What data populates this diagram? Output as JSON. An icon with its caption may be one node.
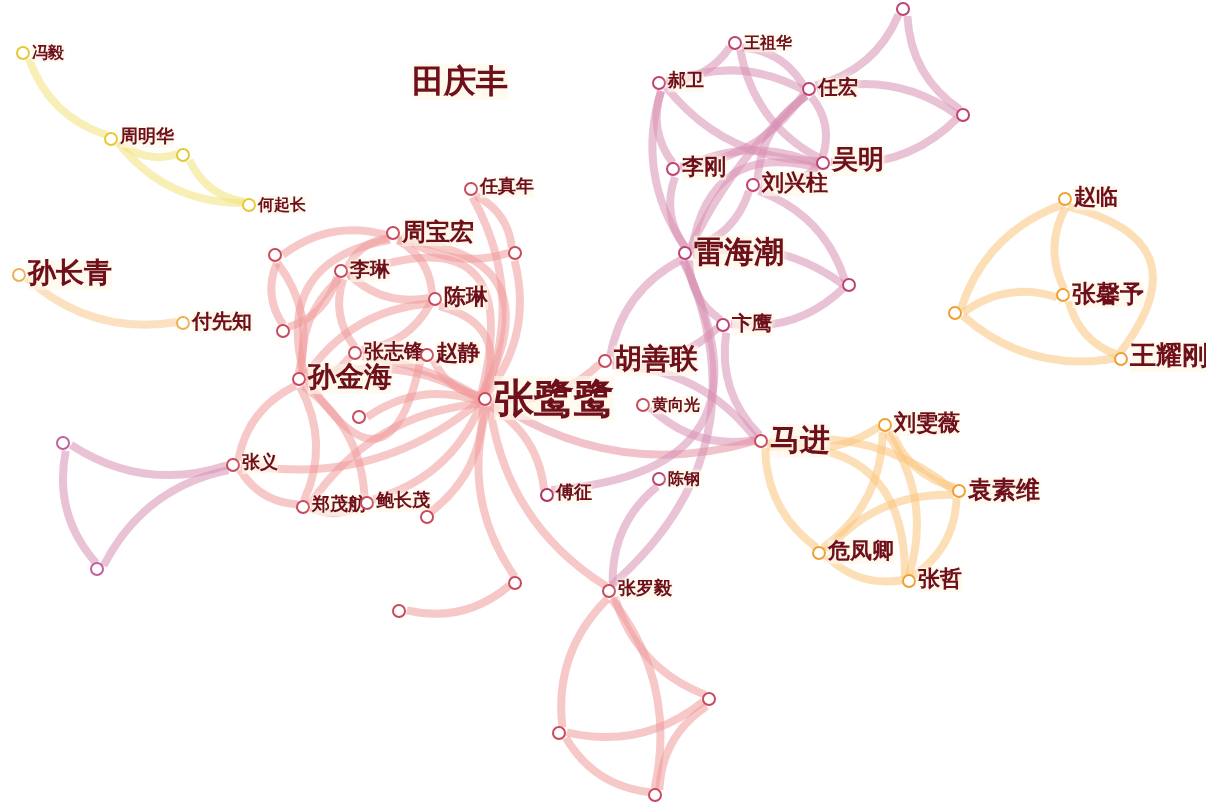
{
  "diagram": {
    "nodes": [
      {
        "text": [
          "冯毅"
        ]
      },
      {
        "text": [
          "周明华"
        ]
      },
      {
        "text": [],
        "shape": "circle"
      },
      {
        "text": [
          "何起长"
        ]
      },
      {
        "text": [
          "孙长青"
        ]
      },
      {
        "text": [
          "付先知"
        ]
      },
      {
        "text": [
          "田庆丰"
        ]
      },
      {
        "text": [
          "任真年"
        ]
      },
      {
        "text": [
          "周宝宏"
        ]
      },
      {
        "text": [],
        "shape": "circle"
      },
      {
        "text": [],
        "shape": "circle"
      },
      {
        "text": [
          "李琳"
        ]
      },
      {
        "text": [
          "陈琳"
        ]
      },
      {
        "text": [],
        "shape": "circle"
      },
      {
        "text": [
          "张志锋"
        ]
      },
      {
        "text": [
          "赵静"
        ]
      },
      {
        "text": [
          "孙金海"
        ]
      },
      {
        "text": [
          "张鹭鹭"
        ]
      },
      {
        "text": [],
        "shape": "circle"
      },
      {
        "text": [
          "张义"
        ]
      },
      {
        "text": [
          "郑茂舫"
        ]
      },
      {
        "text": [
          "鲍长茂"
        ]
      },
      {
        "text": [],
        "shape": "circle"
      },
      {
        "text": [],
        "shape": "circle"
      },
      {
        "text": [],
        "shape": "circle"
      },
      {
        "text": [
          "傅征"
        ]
      },
      {
        "text": [],
        "shape": "circle"
      },
      {
        "text": [],
        "shape": "circle"
      },
      {
        "text": [
          "张罗毅"
        ]
      },
      {
        "text": [],
        "shape": "circle"
      },
      {
        "text": [],
        "shape": "circle"
      },
      {
        "text": [],
        "shape": "circle"
      },
      {
        "text": [
          "胡善联"
        ]
      },
      {
        "text": [
          "黄向光"
        ]
      },
      {
        "text": [
          "雷海潮"
        ]
      },
      {
        "text": [
          "卞鹰"
        ]
      },
      {
        "text": [
          "马进"
        ]
      },
      {
        "text": [
          "陈钢"
        ]
      },
      {
        "text": [
          "李刚"
        ]
      },
      {
        "text": [
          "刘兴柱"
        ]
      },
      {
        "text": [
          "吴明"
        ]
      },
      {
        "text": [
          "任宏"
        ]
      },
      {
        "text": [
          "郝卫"
        ]
      },
      {
        "text": [
          "王祖华"
        ]
      },
      {
        "text": [],
        "shape": "circle"
      },
      {
        "text": [],
        "shape": "circle"
      },
      {
        "text": [],
        "shape": "circle"
      },
      {
        "text": [
          "赵临"
        ]
      },
      {
        "text": [
          "张馨予"
        ]
      },
      {
        "text": [
          "王耀刚"
        ]
      },
      {
        "text": [],
        "shape": "circle"
      },
      {
        "text": [
          "刘雯薇"
        ]
      },
      {
        "text": [
          "袁素维"
        ]
      },
      {
        "text": [
          "危凤卿"
        ]
      },
      {
        "text": [
          "张哲"
        ]
      }
    ],
    "edges": [
      {
        "from": 0,
        "to": 1,
        "arrow": "none",
        "color": "#f3e27c"
      },
      {
        "from": 1,
        "to": 2,
        "arrow": "none",
        "color": "#f3e27c"
      },
      {
        "from": 2,
        "to": 3,
        "arrow": "none",
        "color": "#f3e27c"
      },
      {
        "from": 1,
        "to": 3,
        "arrow": "none",
        "color": "#f3e27c"
      },
      {
        "from": 4,
        "to": 5,
        "arrow": "none",
        "color": "#f8c98a"
      },
      {
        "from": 17,
        "to": 16,
        "arrow": "none"
      },
      {
        "from": 17,
        "to": 14,
        "arrow": "none"
      },
      {
        "from": 17,
        "to": 15,
        "arrow": "none"
      },
      {
        "from": 17,
        "to": 12,
        "arrow": "none"
      },
      {
        "from": 17,
        "to": 8,
        "arrow": "none"
      },
      {
        "from": 17,
        "to": 7,
        "arrow": "none"
      },
      {
        "from": 17,
        "to": 9,
        "arrow": "none"
      },
      {
        "from": 17,
        "to": 11,
        "arrow": "none"
      },
      {
        "from": 17,
        "to": 19,
        "arrow": "none"
      },
      {
        "from": 17,
        "to": 20,
        "arrow": "none"
      },
      {
        "from": 17,
        "to": 21,
        "arrow": "none"
      },
      {
        "from": 17,
        "to": 22,
        "arrow": "none"
      },
      {
        "from": 17,
        "to": 25,
        "arrow": "none"
      },
      {
        "from": 17,
        "to": 26,
        "arrow": "none"
      },
      {
        "from": 17,
        "to": 28,
        "arrow": "none"
      },
      {
        "from": 17,
        "to": 32,
        "arrow": "none"
      },
      {
        "from": 17,
        "to": 18,
        "arrow": "none"
      },
      {
        "from": 8,
        "to": 11,
        "arrow": "none"
      },
      {
        "from": 8,
        "to": 12,
        "arrow": "none"
      },
      {
        "from": 8,
        "to": 16,
        "arrow": "none"
      },
      {
        "from": 8,
        "to": 10,
        "arrow": "none"
      },
      {
        "from": 8,
        "to": 9,
        "arrow": "none"
      },
      {
        "from": 7,
        "to": 9,
        "arrow": "none"
      },
      {
        "from": 11,
        "to": 12,
        "arrow": "none"
      },
      {
        "from": 11,
        "to": 16,
        "arrow": "none"
      },
      {
        "from": 11,
        "to": 14,
        "arrow": "none"
      },
      {
        "from": 11,
        "to": 13,
        "arrow": "none"
      },
      {
        "from": 12,
        "to": 16,
        "arrow": "none"
      },
      {
        "from": 12,
        "to": 14,
        "arrow": "none"
      },
      {
        "from": 10,
        "to": 16,
        "arrow": "none"
      },
      {
        "from": 10,
        "to": 13,
        "arrow": "none"
      },
      {
        "from": 14,
        "to": 16,
        "arrow": "none"
      },
      {
        "from": 15,
        "to": 16,
        "arrow": "none"
      },
      {
        "from": 16,
        "to": 19,
        "arrow": "none"
      },
      {
        "from": 16,
        "to": 20,
        "arrow": "none"
      },
      {
        "from": 16,
        "to": 21,
        "arrow": "none"
      },
      {
        "from": 19,
        "to": 20,
        "arrow": "none"
      },
      {
        "from": 20,
        "to": 21,
        "arrow": "none"
      },
      {
        "from": 27,
        "to": 26,
        "arrow": "none"
      },
      {
        "from": 28,
        "to": 29,
        "arrow": "none"
      },
      {
        "from": 28,
        "to": 31,
        "arrow": "none"
      },
      {
        "from": 29,
        "to": 30,
        "arrow": "none"
      },
      {
        "from": 31,
        "to": 30,
        "arrow": "none"
      },
      {
        "from": 28,
        "to": 30,
        "arrow": "none"
      },
      {
        "from": 29,
        "to": 31,
        "arrow": "none"
      },
      {
        "from": 19,
        "to": 23,
        "arrow": "none",
        "color": "#d98fb2"
      },
      {
        "from": 19,
        "to": 24,
        "arrow": "none",
        "color": "#d98fb2"
      },
      {
        "from": 23,
        "to": 24,
        "arrow": "none",
        "color": "#d98fb2"
      },
      {
        "from": 32,
        "to": 34,
        "arrow": "none",
        "color": "#d98fb2"
      },
      {
        "from": 32,
        "to": 35,
        "arrow": "none",
        "color": "#d98fb2"
      },
      {
        "from": 34,
        "to": 38,
        "arrow": "none",
        "color": "#d98fb2"
      },
      {
        "from": 34,
        "to": 39,
        "arrow": "none",
        "color": "#d98fb2"
      },
      {
        "from": 34,
        "to": 40,
        "arrow": "none",
        "color": "#d98fb2"
      },
      {
        "from": 34,
        "to": 41,
        "arrow": "none",
        "color": "#d98fb2"
      },
      {
        "from": 34,
        "to": 42,
        "arrow": "none",
        "color": "#d98fb2"
      },
      {
        "from": 34,
        "to": 35,
        "arrow": "none",
        "color": "#d98fb2"
      },
      {
        "from": 38,
        "to": 42,
        "arrow": "none",
        "color": "#d98fb2"
      },
      {
        "from": 38,
        "to": 40,
        "arrow": "none",
        "color": "#d98fb2"
      },
      {
        "from": 38,
        "to": 41,
        "arrow": "none",
        "color": "#d98fb2"
      },
      {
        "from": 39,
        "to": 41,
        "arrow": "none",
        "color": "#d98fb2"
      },
      {
        "from": 39,
        "to": 40,
        "arrow": "none",
        "color": "#d98fb2"
      },
      {
        "from": 40,
        "to": 41,
        "arrow": "none",
        "color": "#d98fb2"
      },
      {
        "from": 40,
        "to": 42,
        "arrow": "none",
        "color": "#d98fb2"
      },
      {
        "from": 41,
        "to": 42,
        "arrow": "none",
        "color": "#d98fb2"
      },
      {
        "from": 42,
        "to": 43,
        "arrow": "none",
        "color": "#d98fb2"
      },
      {
        "from": 43,
        "to": 41,
        "arrow": "none",
        "color": "#d98fb2"
      },
      {
        "from": 43,
        "to": 40,
        "arrow": "none",
        "color": "#d98fb2"
      },
      {
        "from": 41,
        "to": 44,
        "arrow": "none",
        "color": "#d98fb2"
      },
      {
        "from": 41,
        "to": 45,
        "arrow": "none",
        "color": "#d98fb2"
      },
      {
        "from": 44,
        "to": 45,
        "arrow": "none",
        "color": "#d98fb2"
      },
      {
        "from": 40,
        "to": 45,
        "arrow": "none",
        "color": "#d98fb2"
      },
      {
        "from": 35,
        "to": 46,
        "arrow": "none",
        "color": "#d98fb2"
      },
      {
        "from": 39,
        "to": 46,
        "arrow": "none",
        "color": "#d98fb2"
      },
      {
        "from": 34,
        "to": 46,
        "arrow": "none",
        "color": "#d98fb2"
      },
      {
        "from": 35,
        "to": 36,
        "arrow": "none",
        "color": "#d98fb2"
      },
      {
        "from": 32,
        "to": 36,
        "arrow": "none",
        "color": "#d98fb2"
      },
      {
        "from": 33,
        "to": 36,
        "arrow": "none",
        "color": "#d98fb2"
      },
      {
        "from": 36,
        "to": 17,
        "arrow": "none",
        "color": "#e88fa0"
      },
      {
        "from": 34,
        "to": 28,
        "arrow": "none",
        "color": "#d98fb2"
      },
      {
        "from": 37,
        "to": 28,
        "arrow": "none",
        "color": "#d98fb2"
      },
      {
        "from": 25,
        "to": 34,
        "arrow": "none",
        "color": "#d98fb2"
      },
      {
        "from": 47,
        "to": 48,
        "arrow": "none",
        "color": "#fbc57c"
      },
      {
        "from": 47,
        "to": 49,
        "arrow": "none",
        "color": "#fbc57c"
      },
      {
        "from": 47,
        "to": 50,
        "arrow": "none",
        "color": "#fbc57c"
      },
      {
        "from": 50,
        "to": 48,
        "arrow": "none",
        "color": "#fbc57c"
      },
      {
        "from": 50,
        "to": 49,
        "arrow": "none",
        "color": "#fbc57c"
      },
      {
        "from": 48,
        "to": 49,
        "arrow": "none",
        "color": "#fbc57c"
      },
      {
        "from": 36,
        "to": 51,
        "arrow": "none",
        "color": "#fbc57c"
      },
      {
        "from": 36,
        "to": 52,
        "arrow": "none",
        "color": "#fbc57c"
      },
      {
        "from": 36,
        "to": 53,
        "arrow": "none",
        "color": "#fbc57c"
      },
      {
        "from": 36,
        "to": 54,
        "arrow": "none",
        "color": "#fbc57c"
      },
      {
        "from": 51,
        "to": 52,
        "arrow": "none",
        "color": "#fbc57c"
      },
      {
        "from": 51,
        "to": 53,
        "arrow": "none",
        "color": "#fbc57c"
      },
      {
        "from": 51,
        "to": 54,
        "arrow": "none",
        "color": "#fbc57c"
      },
      {
        "from": 52,
        "to": 53,
        "arrow": "none",
        "color": "#fbc57c"
      },
      {
        "from": 52,
        "to": 54,
        "arrow": "none",
        "color": "#fbc57c"
      },
      {
        "from": 53,
        "to": 54,
        "arrow": "none",
        "color": "#fbc57c"
      }
    ]
  }
}
